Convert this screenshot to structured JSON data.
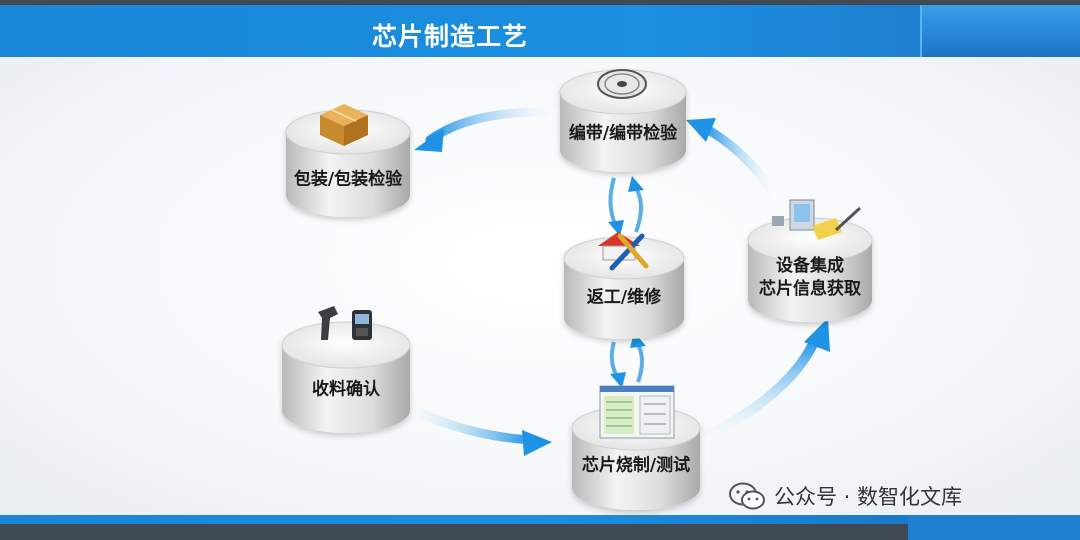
{
  "header": {
    "title": "芯片制造工艺"
  },
  "nodes": {
    "taping": {
      "label": "编带/编带检验"
    },
    "packing": {
      "label": "包装/包装检验"
    },
    "rework": {
      "label": "返工/维修"
    },
    "equipment": {
      "label_line1": "设备集成",
      "label_line2": "芯片信息获取"
    },
    "receiving": {
      "label": "收料确认"
    },
    "programming": {
      "label": "芯片烧制/测试"
    }
  },
  "icons": {
    "taping": "tape-reel-icon",
    "packing": "box-icon",
    "rework": "tools-icon",
    "equipment": "computer-icon",
    "receiving": "barcode-scanner-icon",
    "programming": "software-window-icon"
  },
  "colors": {
    "header": "#1b8fe0",
    "arrow": "#2e9be6",
    "cylinder_top": "#f2f2f2",
    "cylinder_side": "#c9c9c9"
  },
  "watermark": {
    "text": "公众号 · 数智化文库"
  }
}
